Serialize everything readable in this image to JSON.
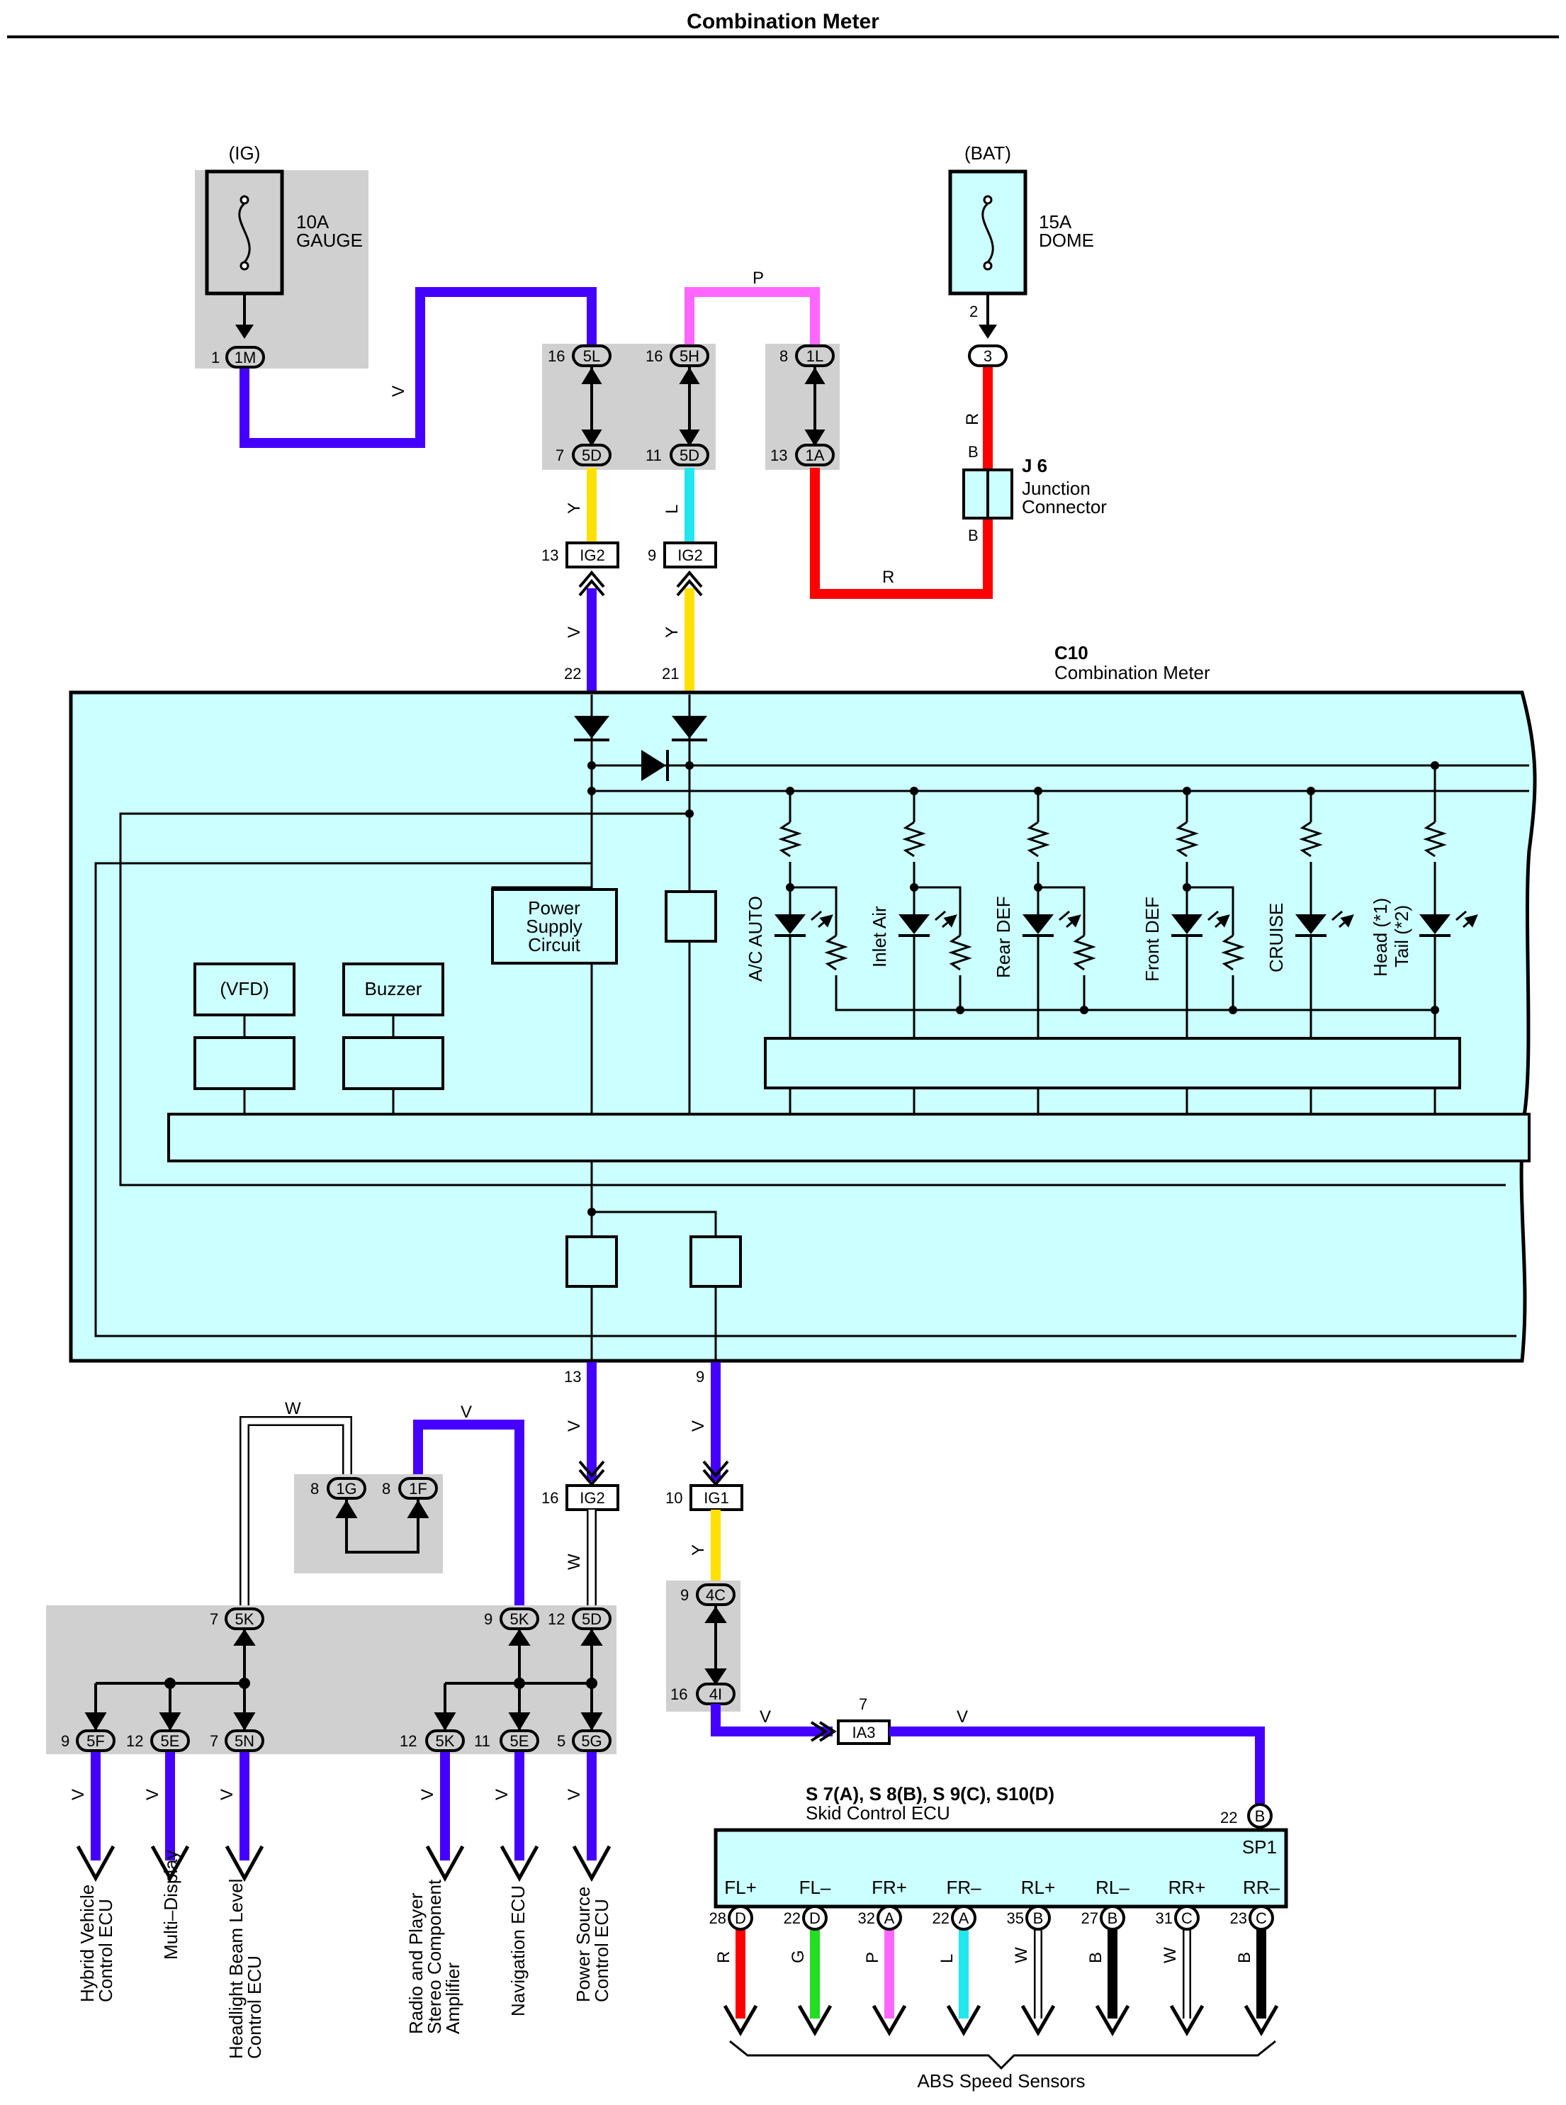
{
  "title": "Combination Meter",
  "power": {
    "ig_label": "(IG)",
    "bat_label": "(BAT)",
    "fuse_gauge": [
      "10A",
      "GAUGE"
    ],
    "fuse_dome": [
      "15A",
      "DOME"
    ]
  },
  "j6": {
    "id": "J 6",
    "name": [
      "Junction",
      "Connector"
    ],
    "pin": "B"
  },
  "meter": {
    "id": "C10",
    "name": "Combination Meter"
  },
  "blocks": {
    "power_supply": [
      "Power",
      "Supply",
      "Circuit"
    ],
    "vfd": "(VFD)",
    "buzzer": "Buzzer"
  },
  "indicators": [
    {
      "label": [
        "A/C AUTO"
      ]
    },
    {
      "label": [
        "Inlet Air"
      ]
    },
    {
      "label": [
        "Rear DEF"
      ]
    },
    {
      "label": [
        "Front DEF"
      ]
    },
    {
      "label": [
        "CRUISE"
      ]
    },
    {
      "label": [
        "Head (*1)",
        "Tail (*2)"
      ]
    }
  ],
  "wire_colors": {
    "V": "#4400ff",
    "P": "#ff66ff",
    "R": "#ff0000",
    "Y": "#ffe000",
    "L": "#22e6ee",
    "G": "#22dd22",
    "B": "#000000",
    "W": "#ffffff"
  },
  "connectors": {
    "m1M": "1M",
    "c3": "3",
    "c5L": "5L",
    "c5H": "5H",
    "c1L": "1L",
    "c5D": "5D",
    "c1A": "1A",
    "ig2": "IG2",
    "ig1": "IG1",
    "ia3": "IA3",
    "c1G": "1G",
    "c1F": "1F",
    "c5K": "5K",
    "c5F": "5F",
    "c5E": "5E",
    "c5N": "5N",
    "c5G": "5G",
    "c4C": "4C",
    "c4I": "4I"
  },
  "pins": {
    "p1": "1",
    "p2": "2",
    "p16": "16",
    "p8": "8",
    "p7": "7",
    "p11": "11",
    "p13": "13",
    "p9": "9",
    "p22": "22",
    "p21": "21",
    "p10": "10",
    "p12": "12",
    "p5": "5"
  },
  "skid": {
    "ids": "S 7(A), S 8(B), S 9(C), S10(D)",
    "name": "Skid Control ECU",
    "input_pin": "22",
    "input_conn": "B",
    "sp1": "SP1",
    "terminals": [
      {
        "label": "FL+",
        "pin": "28",
        "conn": "D",
        "color": "R"
      },
      {
        "label": "FL–",
        "pin": "22",
        "conn": "D",
        "color": "G"
      },
      {
        "label": "FR+",
        "pin": "32",
        "conn": "A",
        "color": "P"
      },
      {
        "label": "FR–",
        "pin": "22",
        "conn": "A",
        "color": "L"
      },
      {
        "label": "RL+",
        "pin": "35",
        "conn": "B",
        "color": "W"
      },
      {
        "label": "RL–",
        "pin": "27",
        "conn": "B",
        "color": "B"
      },
      {
        "label": "RR+",
        "pin": "31",
        "conn": "C",
        "color": "W"
      },
      {
        "label": "RR–",
        "pin": "23",
        "conn": "C",
        "color": "B"
      }
    ],
    "sensors_label": "ABS Speed Sensors"
  },
  "outputs": [
    {
      "label": [
        "Hybrid Vehicle",
        "Control ECU"
      ]
    },
    {
      "label": [
        "Multi–Display"
      ]
    },
    {
      "label": [
        "Headlight Beam Level",
        "Control ECU"
      ]
    },
    {
      "label": [
        "Radio and Player",
        "Stereo Component",
        "Amplifier"
      ]
    },
    {
      "label": [
        "Navigation ECU"
      ]
    },
    {
      "label": [
        "Power Source",
        "Control ECU"
      ]
    }
  ]
}
